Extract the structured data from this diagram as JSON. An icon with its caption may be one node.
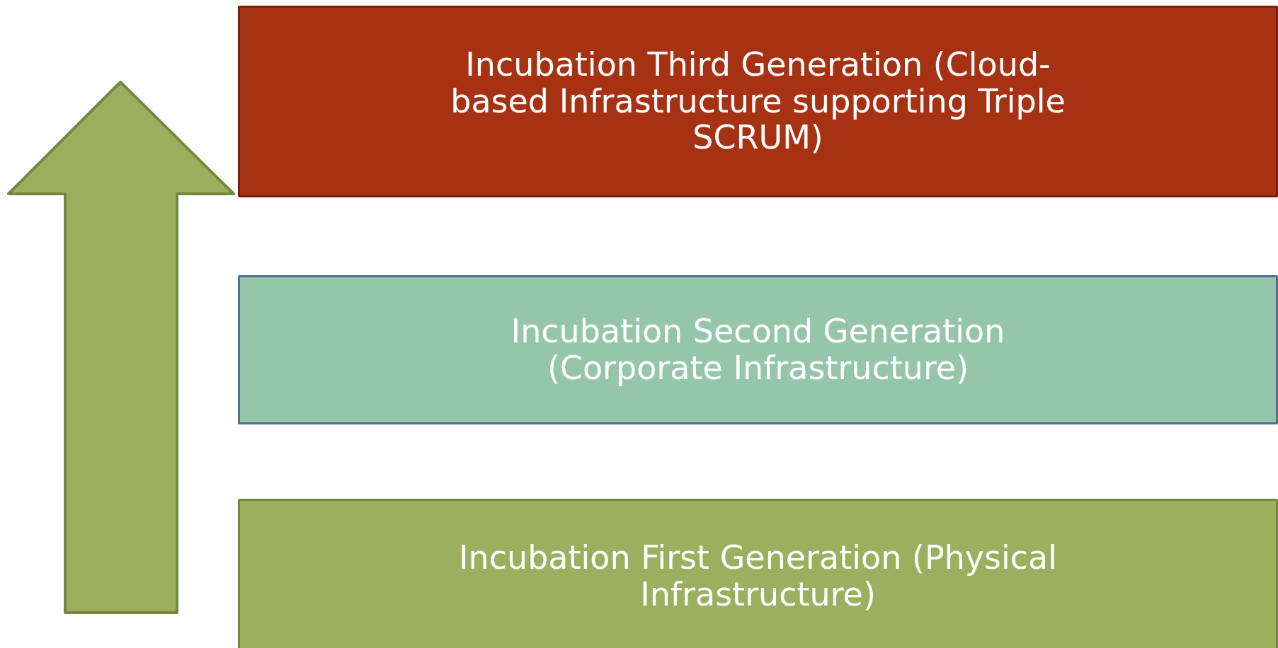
{
  "diagram": {
    "nodes": [
      {
        "text": [
          "Incubation Third Generation (Cloud-based Infrastructure supporting Triple SCRUM)"
        ]
      },
      {
        "text": [
          "Incubation Second Generation (Corporate Infrastructure)"
        ]
      },
      {
        "text": [
          "Incubation First Generation (Physical Infrastructure)"
        ]
      }
    ]
  }
}
